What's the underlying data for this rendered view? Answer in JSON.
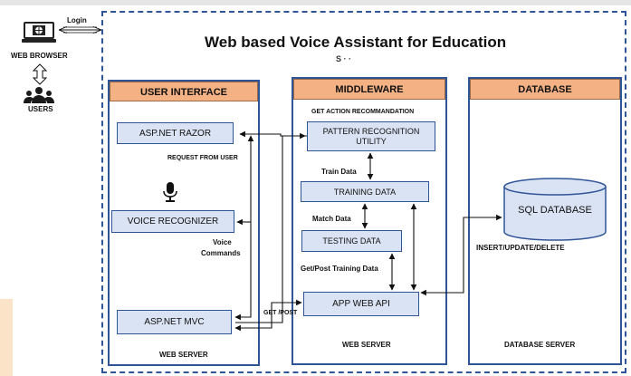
{
  "title": "Web based Voice Assistant for Education",
  "title_cutoff_text": "S  ·  ·",
  "client": {
    "browser_label": "WEB BROWSER",
    "users_label": "USERS",
    "login_label": "Login",
    "browser_icon": "monitor-globe-icon",
    "users_icon": "users-group-icon"
  },
  "columns": {
    "ui": {
      "header": "USER INTERFACE",
      "footer": "WEB SERVER",
      "razor": "ASP.NET RAZOR",
      "request_label": "REQUEST FROM USER",
      "voice_recognizer": "VOICE RECOGNIZER",
      "voice_commands_1": "Voice",
      "voice_commands_2": "Commands",
      "mvc": "ASP.NET MVC",
      "mic_icon": "microphone-icon"
    },
    "middleware": {
      "header": "MIDDLEWARE",
      "footer": "WEB SERVER",
      "get_action": "GET ACTION RECOMMANDATION",
      "pattern_1": "PATTERN RECOGNITION",
      "pattern_2": "UTILITY",
      "train_data": "Train Data",
      "training_data": "TRAINING DATA",
      "match_data": "Match Data",
      "testing_data": "TESTING DATA",
      "get_post_training": "Get/Post Training Data",
      "api": "APP WEB API",
      "get_post": "GET /POST"
    },
    "database": {
      "header": "DATABASE",
      "footer": "DATABASE SERVER",
      "sql": "SQL DATABASE",
      "crud": "INSERT/UPDATE/DELETE"
    }
  },
  "colors": {
    "border_blue": "#2f5597",
    "box_fill": "#dae3f3",
    "header_fill": "#f4b183"
  }
}
